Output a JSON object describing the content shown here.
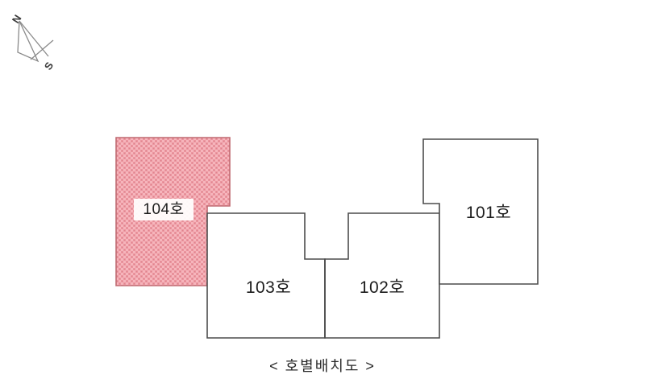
{
  "figure": {
    "caption": "< 호별배치도 >",
    "background_color": "#ffffff"
  },
  "compass": {
    "north_label": "N",
    "south_label": "S",
    "line_color": "#8a8a8a"
  },
  "units": [
    {
      "id": "unit-104",
      "label": "104호",
      "highlighted": true,
      "fill_color": "#f4aab2",
      "pattern_color": "#e8828d",
      "outline_color": "#c06b72",
      "label_boxed": true
    },
    {
      "id": "unit-103",
      "label": "103호",
      "highlighted": false,
      "fill_color": "#ffffff",
      "outline_color": "#4c4c4c",
      "label_boxed": false
    },
    {
      "id": "unit-102",
      "label": "102호",
      "highlighted": false,
      "fill_color": "#ffffff",
      "outline_color": "#4c4c4c",
      "label_boxed": false
    },
    {
      "id": "unit-101",
      "label": "101호",
      "highlighted": false,
      "fill_color": "#ffffff",
      "outline_color": "#4c4c4c",
      "label_boxed": false
    }
  ]
}
